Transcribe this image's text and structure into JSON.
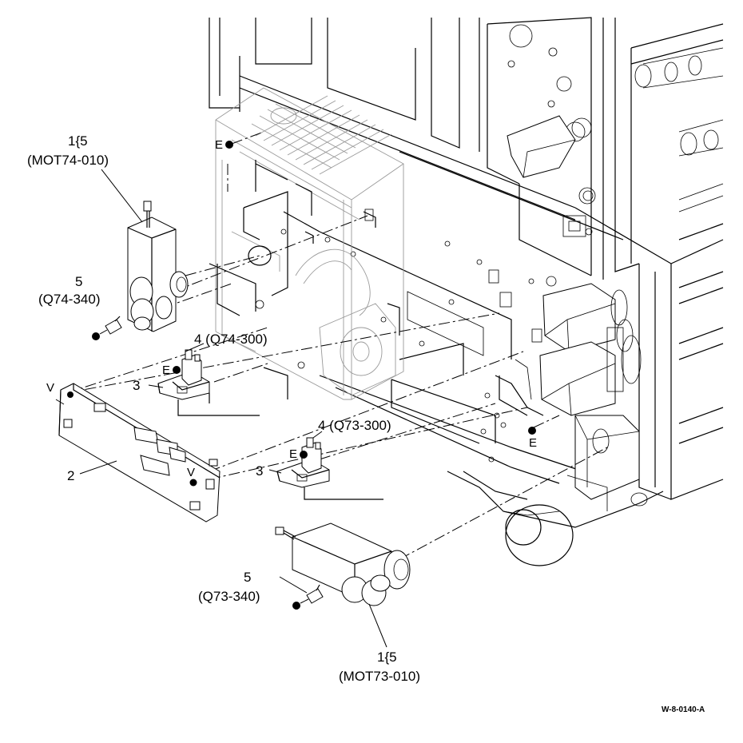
{
  "callouts": {
    "motor_top_num": "1{5",
    "motor_top_code": "(MOT74-010)",
    "clip_top_num": "5",
    "clip_top_code": "(Q74-340)",
    "sensor_top": "4 (Q74-300)",
    "bracket_top": "3",
    "sensor_bottom": "4 (Q73-300)",
    "bracket_bottom": "3",
    "pwb": "2",
    "clip_bottom_num": "5",
    "clip_bottom_code": "(Q73-340)",
    "motor_bottom_num": "1{5",
    "motor_bottom_code": "(MOT73-010)"
  },
  "screw_letters": {
    "e_upper": "E",
    "e_sensor_top": "E",
    "e_sensor_bottom": "E",
    "e_frame": "E",
    "v_left": "V",
    "v_right": "V"
  },
  "figure_id": "W-8-0140-A"
}
